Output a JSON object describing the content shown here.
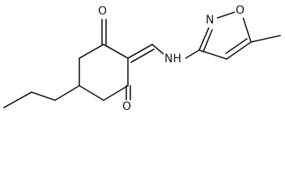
{
  "colors": {
    "background": "#ffffff",
    "ink": "#1a1a1a"
  },
  "atoms": {
    "o_top": "O",
    "o_bottom": "O",
    "nh": "NH",
    "ring_n": "N",
    "ring_o": "O"
  }
}
